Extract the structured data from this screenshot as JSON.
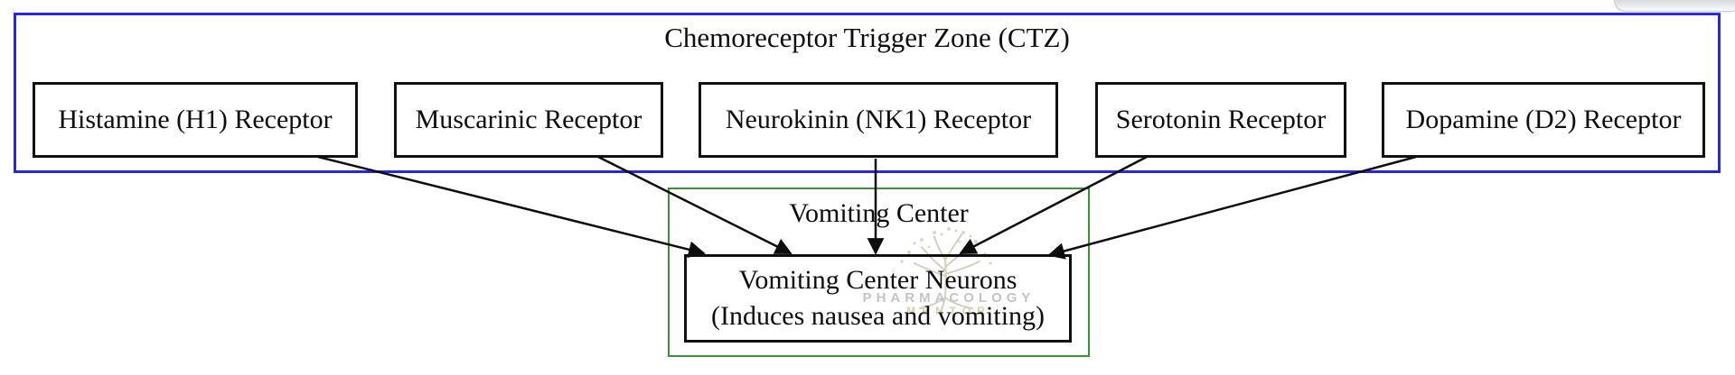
{
  "diagram": {
    "ctz": {
      "title": "Chemoreceptor Trigger Zone (CTZ)",
      "border_color": "#2626e6",
      "receptors": [
        {
          "label": "Histamine (H1) Receptor"
        },
        {
          "label": "Muscarinic Receptor"
        },
        {
          "label": "Neurokinin (NK1) Receptor"
        },
        {
          "label": "Serotonin Receptor"
        },
        {
          "label": "Dopamine (D2) Receptor"
        }
      ]
    },
    "vomiting_center": {
      "title": "Vomiting Center",
      "border_color": "#3f8f3f",
      "neurons": {
        "line1": "Vomiting Center Neurons",
        "line2": "(Induces nausea and vomiting)"
      }
    },
    "connections": [
      {
        "from": "Histamine (H1) Receptor",
        "to": "Vomiting Center Neurons"
      },
      {
        "from": "Muscarinic Receptor",
        "to": "Vomiting Center Neurons"
      },
      {
        "from": "Neurokinin (NK1) Receptor",
        "to": "Vomiting Center Neurons"
      },
      {
        "from": "Serotonin Receptor",
        "to": "Vomiting Center Neurons"
      },
      {
        "from": "Dopamine (D2) Receptor",
        "to": "Vomiting Center Neurons"
      }
    ],
    "watermark": {
      "line1": "PHARMACOLOGY",
      "line2": "MENTOR"
    },
    "colors": {
      "line": "#0d0d0d",
      "box_border": "#111111",
      "watermark_text": "#c4c4c4",
      "watermark_tree": "#d0cab8"
    }
  }
}
